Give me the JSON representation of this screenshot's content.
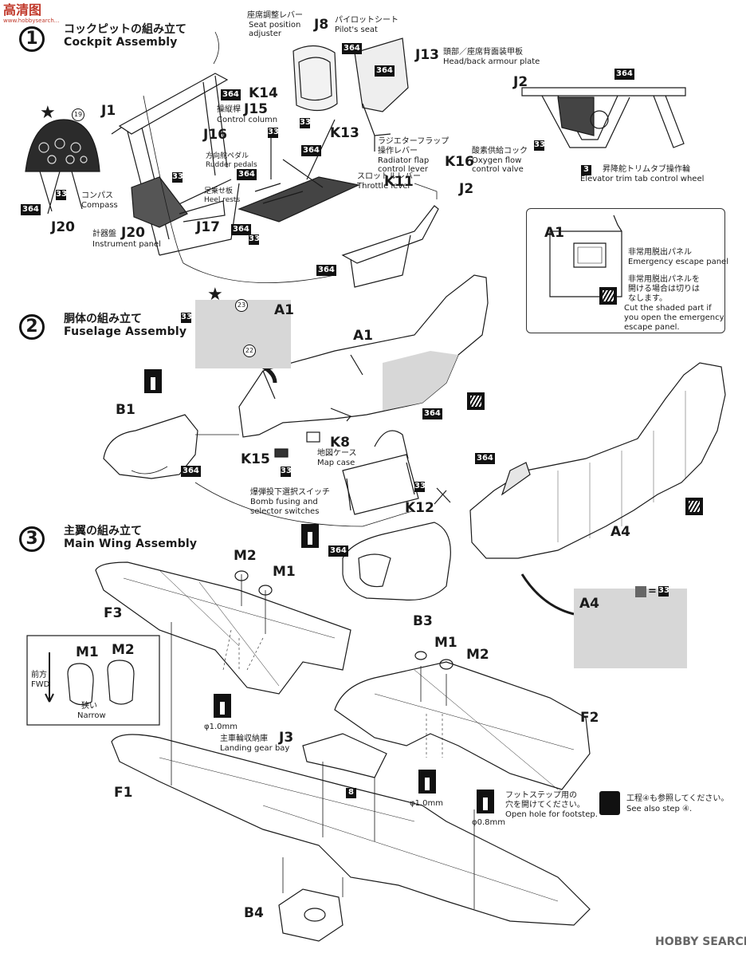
{
  "watermark": {
    "top_left": "高清图",
    "top_left_sub": "www.hobbysearch...",
    "bottom_right": "HOBBY SEARCH"
  },
  "colors": {
    "ink": "#1a1a1a",
    "shade": "#d7d7d7",
    "paint_box": "#111111"
  },
  "steps": [
    {
      "num": "1",
      "jp": "コックピットの組み立て",
      "en": "Cockpit Assembly"
    },
    {
      "num": "2",
      "jp": "胴体の組み立て",
      "en": "Fuselage Assembly"
    },
    {
      "num": "3",
      "jp": "主翼の組み立て",
      "en": "Main Wing Assembly"
    }
  ],
  "cockpit": {
    "seat_lever_jp": "座席調整レバー",
    "seat_lever_en1": "Seat position",
    "seat_lever_en2": "adjuster",
    "j8": "J8",
    "j8_jp": "パイロットシート",
    "j8_en": "Pilot's seat",
    "j13": "J13",
    "j13_jp": "頭部／座席背面装甲板",
    "j13_en": "Head/back armour plate",
    "j1": "J1",
    "k14": "K14",
    "j15": "J15",
    "j15_jp": "操縦桿",
    "j15_en": "Control column",
    "j16": "J16",
    "k13": "K13",
    "radiator_jp1": "ラジエターフラップ",
    "radiator_jp2": "操作レバー",
    "radiator_en1": "Radiator flap",
    "radiator_en2": "control lever",
    "rudder_jp": "方向舵ペダル",
    "rudder_en": "Rudder pedals",
    "heel_jp": "足乗せ板",
    "heel_en": "Heel rests",
    "throttle_jp": "スロットルレバー",
    "throttle_en": "Throttle lever",
    "k11": "K11",
    "k16": "K16",
    "oxygen_jp": "酸素供給コック",
    "oxygen_en1": "Oxygen flow",
    "oxygen_en2": "control valve",
    "j2": "J2",
    "j17": "J17",
    "compass_jp": "コンパス",
    "compass_en": "Compass",
    "j20": "J20",
    "j20b": "J20",
    "panel_jp": "計器盤",
    "panel_en": "Instrument panel",
    "decal": "19",
    "paints": {
      "a": "364",
      "b": "33",
      "c": "3"
    }
  },
  "elevator": {
    "j2": "J2",
    "jp": "昇降舵トリムタブ操作輪",
    "en": "Elevator trim tab control wheel",
    "paint_num": "3"
  },
  "emergency": {
    "a1": "A1",
    "jp1": "非常用脱出パネル",
    "en1": "Emergency escape panel",
    "jp2a": "非常用脱出パネルを",
    "jp2b": "開ける場合は切りは",
    "jp2c": "なします。",
    "en2a": "Cut the shaded part if",
    "en2b": "you open the emergency",
    "en2c": "escape panel."
  },
  "fuselage": {
    "a1": "A1",
    "a1_inset": "A1",
    "b1": "B1",
    "k8": "K8",
    "k8_jp": "地図ケース",
    "k8_en": "Map case",
    "k15": "K15",
    "bomb_jp": "爆弾投下選択スイッチ",
    "bomb_en1": "Bomb fusing and",
    "bomb_en2": "selector switches",
    "k12": "K12",
    "a4": "A4",
    "b3": "B3",
    "decal_23": "23",
    "decal_22": "22",
    "a4_inset": "A4",
    "a4_paint_eq": "=",
    "a4_paint_num": "33"
  },
  "wing": {
    "m2": "M2",
    "m1": "M1",
    "f3": "F3",
    "f1": "F1",
    "f2": "F2",
    "m1b": "M1",
    "m2b": "M2",
    "fwd_jp": "前方",
    "fwd_en": "FWD",
    "narrow_jp": "狭い",
    "narrow_en": "Narrow",
    "inset_m1": "M1",
    "inset_m2": "M2",
    "drill_10": "φ1.0mm",
    "drill_10b": "φ1.0mm",
    "drill_08": "φ0.8mm",
    "j3": "J3",
    "j3_jp": "主車輪収納庫",
    "j3_en": "Landing gear bay",
    "b4": "B4",
    "paint_8": "8",
    "footstep_jp": "フットステップ用の穴を開けてください。",
    "footstep_jp1": "フットステップ用の",
    "footstep_jp2": "穴を開けてください。",
    "footstep_en": "Open hole for footstep.",
    "seealso_jp": "工程④も参照してください。",
    "seealso_en": "See also step ④."
  }
}
